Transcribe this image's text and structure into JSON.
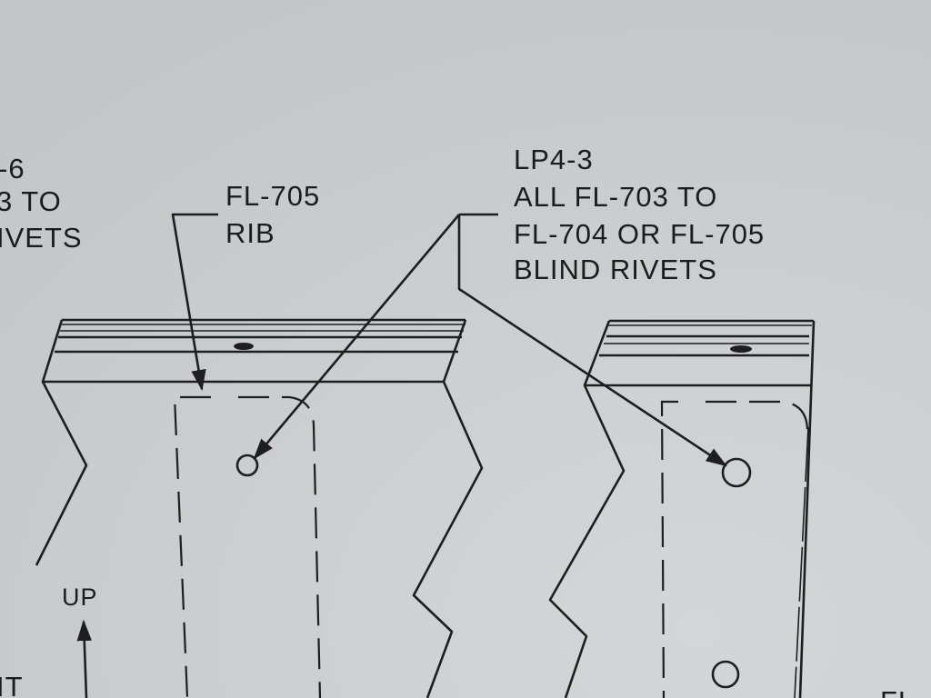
{
  "left_note": {
    "line1": "-6",
    "line2": "3 TO",
    "line3": "IVETS"
  },
  "rib_label": {
    "line1": "FL-705",
    "line2": "RIB"
  },
  "rivet_note": {
    "line1": "LP4-3",
    "line2": "ALL FL-703 TO",
    "line3": "FL-704 OR FL-705",
    "line4": "BLIND RIVETS"
  },
  "up_label": "UP",
  "bottom_left_fragment": "IT",
  "bottom_right_fragment": "FL",
  "colors": {
    "paper": "#c9cdcd",
    "ink": "#1e1e20"
  }
}
